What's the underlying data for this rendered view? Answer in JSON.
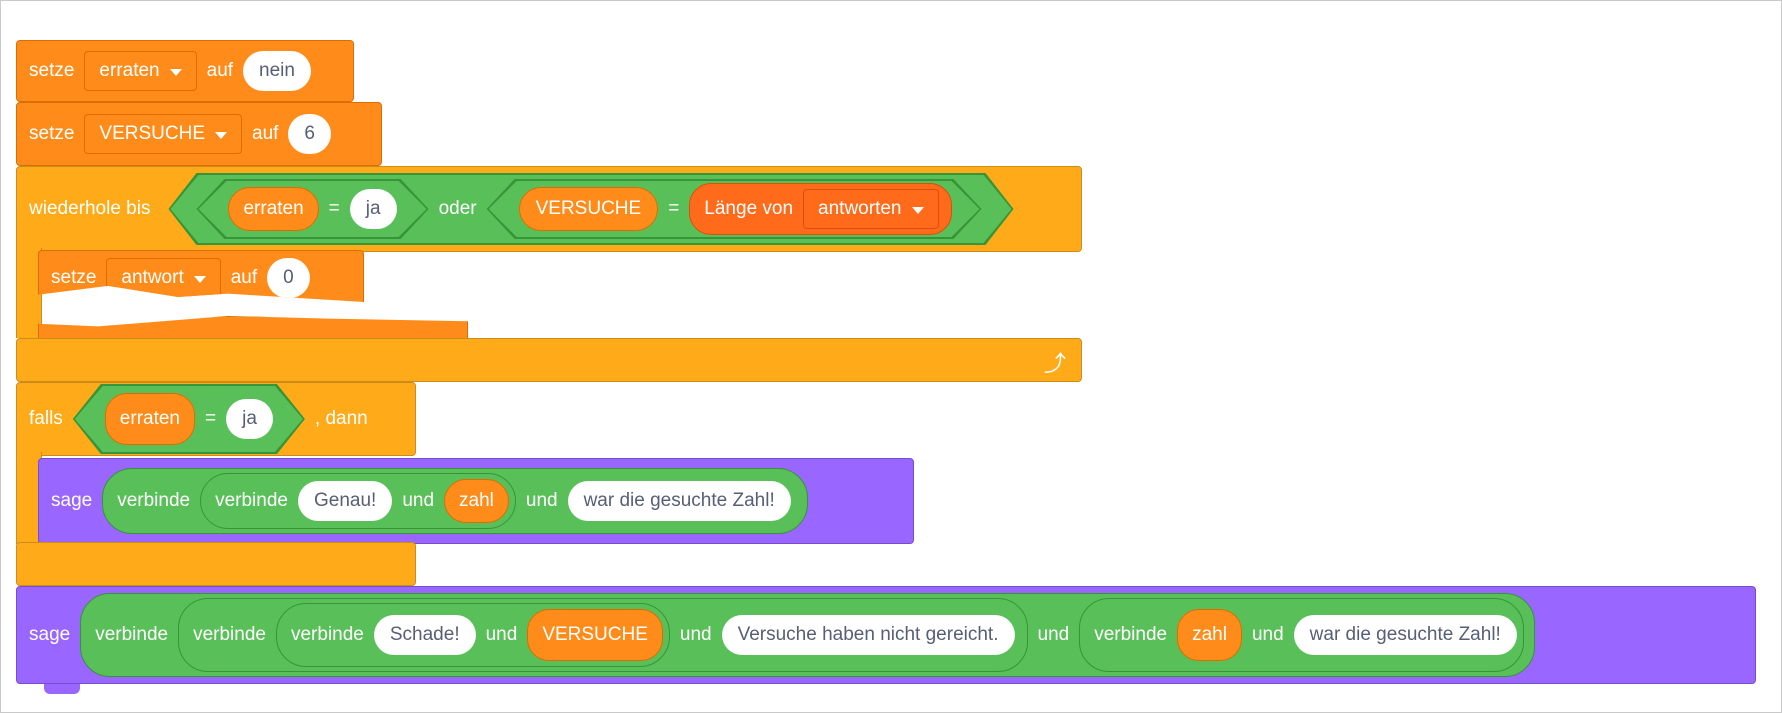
{
  "script": {
    "set1": {
      "label": "setze",
      "variable": "erraten",
      "on": "auf",
      "value": "nein"
    },
    "set2": {
      "label": "setze",
      "variable": "VERSUCHE",
      "on": "auf",
      "value": "6"
    },
    "repeat": {
      "label": "wiederhole bis",
      "left_var": "erraten",
      "eq": "=",
      "left_val": "ja",
      "or": "oder",
      "right_var": "VERSUCHE",
      "eq2": "=",
      "length_label": "Länge von",
      "length_list": "antworten",
      "loop_icon": "loop-arrow-icon"
    },
    "set3": {
      "label": "setze",
      "variable": "antwort",
      "on": "auf",
      "value": "0"
    },
    "if": {
      "label": "falls",
      "var": "erraten",
      "eq": "=",
      "val": "ja",
      "then": ", dann"
    },
    "say1": {
      "label": "sage",
      "join": "verbinde",
      "join_inner": "verbinde",
      "text1": "Genau!",
      "and1": "und",
      "var": "zahl",
      "and2": "und",
      "text2": "war die gesuchte Zahl!"
    },
    "say2": {
      "label": "sage",
      "join": "verbinde",
      "join_a": "verbinde",
      "join_b": "verbinde",
      "text1": "Schade!",
      "and1": "und",
      "var1": "VERSUCHE",
      "and2": "und",
      "text2": "Versuche haben nicht gereicht.",
      "and3": "und",
      "join_c": "verbinde",
      "var2": "zahl",
      "and4": "und",
      "text3": "war die gesuchte Zahl!"
    }
  },
  "colors": {
    "variables": "#ff8c1a",
    "control": "#ffab19",
    "operators": "#59c059",
    "looks": "#9966ff"
  }
}
